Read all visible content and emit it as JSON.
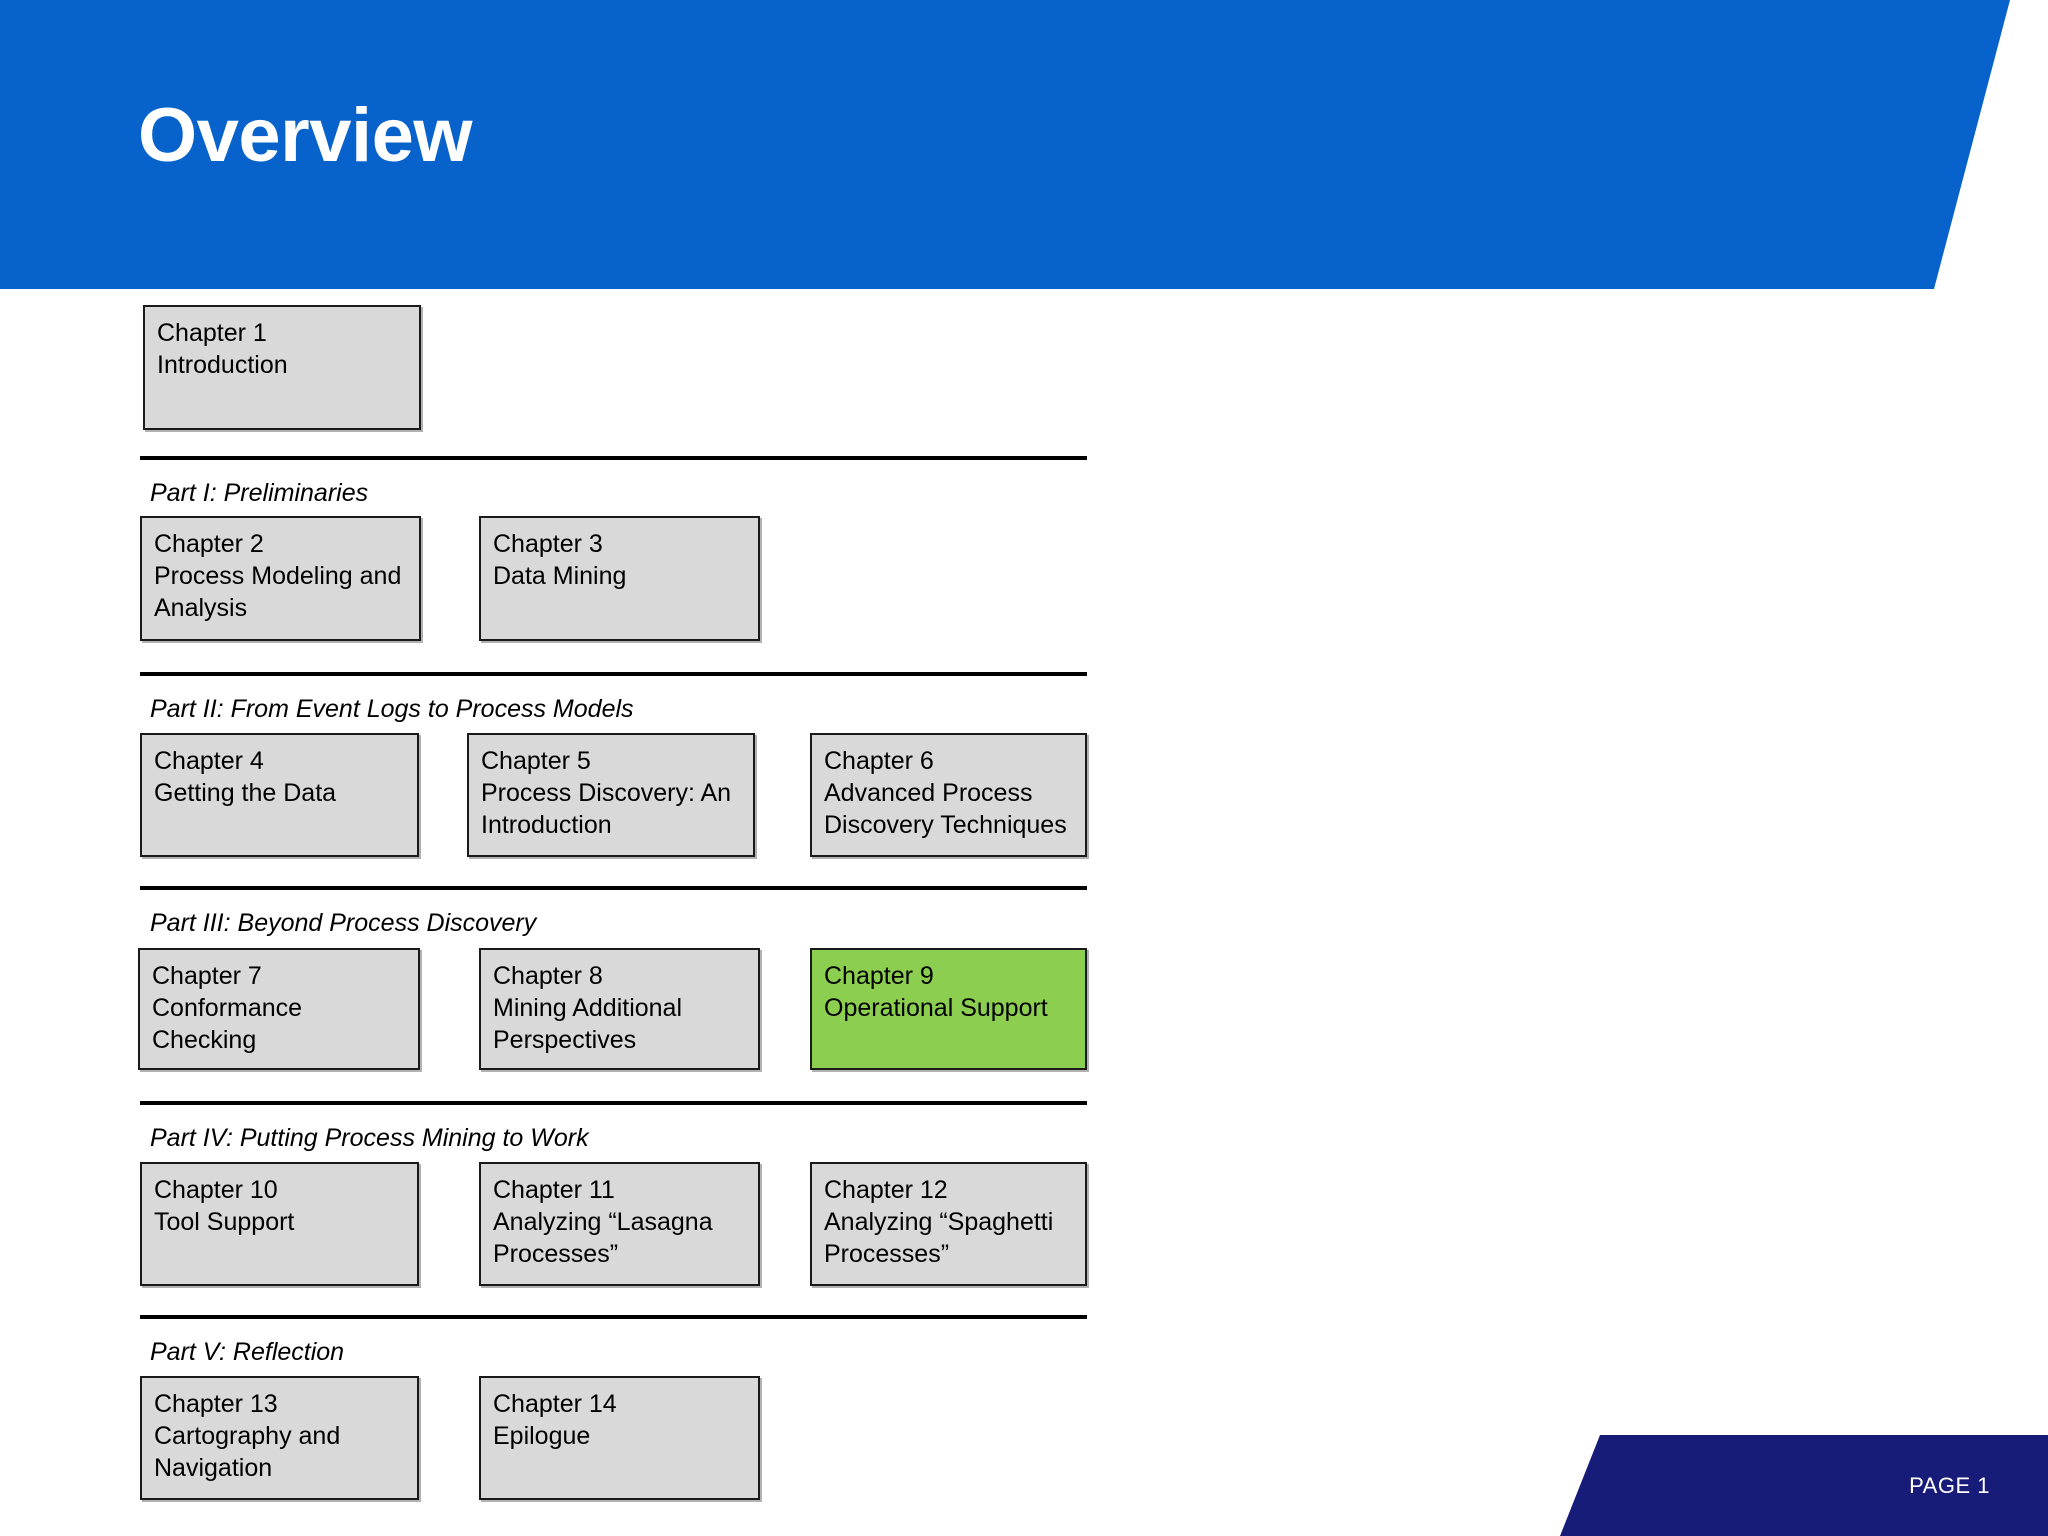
{
  "slide": {
    "title": "Overview",
    "header_color": "#0762CC",
    "box_fill_color": "#D9D9D9",
    "highlight_color": "#8CCE4F",
    "footer_color": "#181C79"
  },
  "intro": {
    "box": {
      "line1": "Chapter 1",
      "line2": "Introduction",
      "highlighted": false
    }
  },
  "parts": [
    {
      "label": "Part I: Preliminaries",
      "chapters": [
        {
          "line1": "Chapter 2",
          "line2": "Process Modeling and",
          "line3": "Analysis",
          "highlighted": false
        },
        {
          "line1": "Chapter 3",
          "line2": "Data Mining",
          "highlighted": false
        }
      ]
    },
    {
      "label": "Part II: From Event Logs to Process Models",
      "chapters": [
        {
          "line1": "Chapter 4",
          "line2": "Getting the Data",
          "highlighted": false
        },
        {
          "line1": "Chapter 5",
          "line2": "Process Discovery: An",
          "line3": "Introduction",
          "highlighted": false
        },
        {
          "line1": "Chapter 6",
          "line2": "Advanced Process",
          "line3": "Discovery Techniques",
          "highlighted": false
        }
      ]
    },
    {
      "label": "Part III: Beyond Process Discovery",
      "chapters": [
        {
          "line1": "Chapter 7",
          "line2": "Conformance",
          "line3": "Checking",
          "highlighted": false
        },
        {
          "line1": "Chapter 8",
          "line2": "Mining Additional",
          "line3": "Perspectives",
          "highlighted": false
        },
        {
          "line1": "Chapter 9",
          "line2": "Operational Support",
          "highlighted": true
        }
      ]
    },
    {
      "label": "Part IV: Putting Process Mining to Work",
      "chapters": [
        {
          "line1": "Chapter 10",
          "line2": "Tool Support",
          "highlighted": false
        },
        {
          "line1": "Chapter 11",
          "line2": "Analyzing “Lasagna",
          "line3": "Processes”",
          "highlighted": false
        },
        {
          "line1": "Chapter 12",
          "line2": "Analyzing “Spaghetti",
          "line3": "Processes”",
          "highlighted": false
        }
      ]
    },
    {
      "label": "Part V: Reflection",
      "chapters": [
        {
          "line1": "Chapter 13",
          "line2": "Cartography and",
          "line3": "Navigation",
          "highlighted": false
        },
        {
          "line1": "Chapter 14",
          "line2": "Epilogue",
          "highlighted": false
        }
      ]
    }
  ],
  "footer": {
    "page_label": "PAGE 1"
  }
}
